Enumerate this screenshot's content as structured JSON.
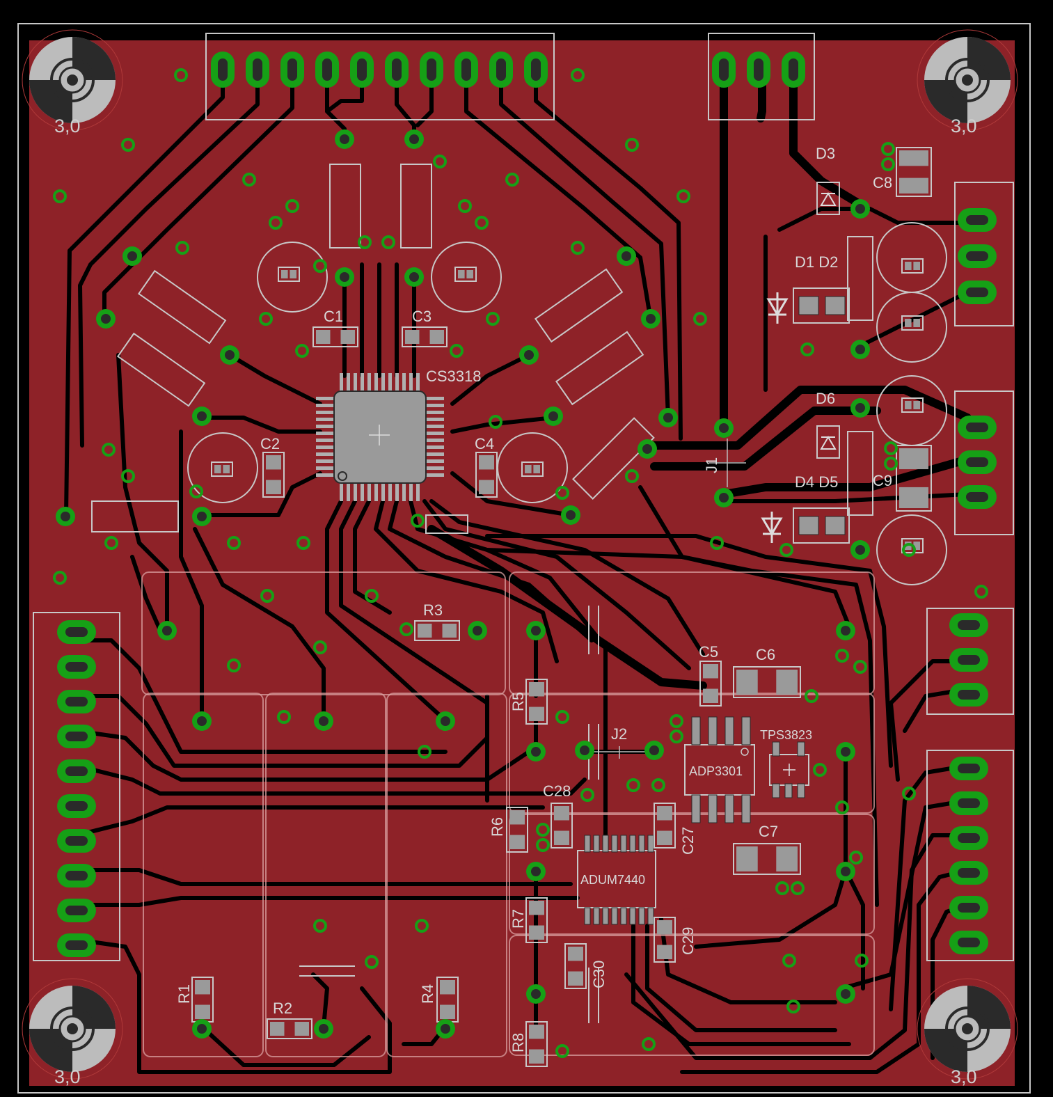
{
  "colors": {
    "background": "#000000",
    "copper": "#8e2228",
    "pad": "#16a016",
    "pad_hole": "#2a2a2a",
    "trace": "#000000",
    "silkscreen": "#c8c8c8",
    "smd_pad": "#9a9a9a",
    "mounting_hole": "#bcbcbc"
  },
  "mounting_holes": [
    "3,0",
    "3,0",
    "3,0",
    "3,0"
  ],
  "chips": {
    "u1": "CS3318",
    "u2": "ADP3301",
    "u3": "TPS3823",
    "u4": "ADUM7440"
  },
  "connectors": {
    "j1": "J1",
    "j2": "J2"
  },
  "capacitors": [
    "C1",
    "C2",
    "C3",
    "C4",
    "C5",
    "C6",
    "C7",
    "C8",
    "C9",
    "C27",
    "C28",
    "C29",
    "C30"
  ],
  "resistors": [
    "R1",
    "R2",
    "R3",
    "R4",
    "R5",
    "R6",
    "R7",
    "R8"
  ],
  "diodes": [
    "D1",
    "D2",
    "D3",
    "D4",
    "D5",
    "D6"
  ],
  "diode_group_labels": {
    "upper": "D1 D2",
    "lower": "D4 D5"
  }
}
